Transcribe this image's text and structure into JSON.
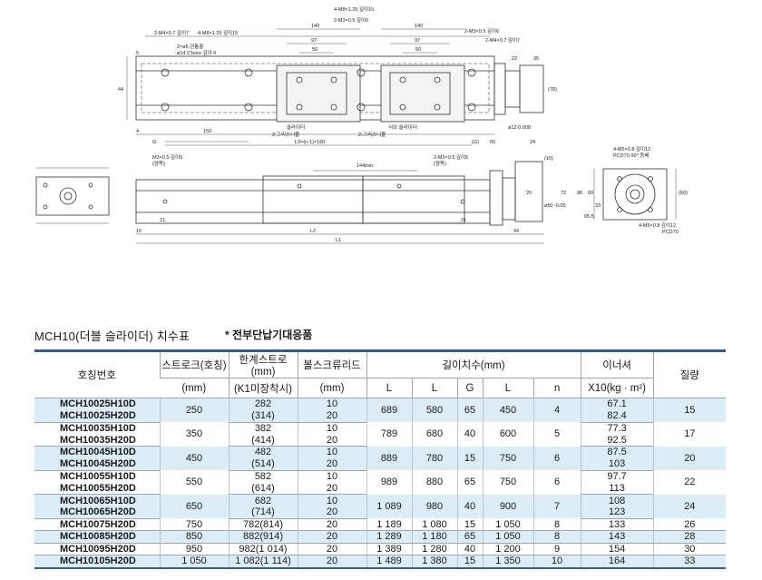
{
  "drawing": {
    "top_view_labels": {
      "holes_a": "2-M4×0.7 깊이7",
      "holes_b": "2×ø5 관통홀",
      "holes_c": "ø14 C'bore 깊이 6",
      "holes_d": "4-M8×1.25 깊이15",
      "holes_e": "4-M8×1.25 깊이15",
      "holes_f": "2-M3×0.5 깊이6",
      "holes_g": "2-M3×0.5 깊이6",
      "holes_h": "2-M4×0.7 깊이7",
      "slider": "슬라이더",
      "grease1": "2-그리스니플",
      "grease2": "2-그리스니플",
      "sub_slider": "서브 슬라이더",
      "dim_140a": "140",
      "dim_140b": "140",
      "dim_97a": "97",
      "dim_97b": "97",
      "dim_50a": "50",
      "dim_50b": "50",
      "dim_150": "150",
      "dim_l3": "L3=(n-1)×150",
      "dim_5": "5",
      "dim_44": "44",
      "dim_4": "4",
      "dim_G": "G",
      "dim_Gp": "(G)",
      "dim_65": "65",
      "dim_22": "22",
      "dim_35": "35",
      "dim_78": "(78)",
      "dim_shaft": "ø12-0.008",
      "dim_24": "24"
    },
    "side_view_labels": {
      "m3a": "M3×0.5 깊이5",
      "m3a_sub": "(양쪽)",
      "m3b": "2-M3×0.5 깊이5",
      "m3b_sub": "(양쪽)",
      "dim_144": "144min",
      "dim_21a": "21",
      "dim_21b": "21",
      "dim_15": "15",
      "dim_94": "94",
      "dim_L2": "L2",
      "dim_L1": "L1",
      "dim_10": "(10)",
      "dim_72": "72",
      "dim_50": "ø50 -0.05",
      "dim_20": "20"
    },
    "end_view_labels": {
      "holes": "4-M5×0.8 깊이12",
      "pcd": "PCD70·90° 등배",
      "holes2": "4-M5×0.8 깊이12",
      "pcd2": "PCD70",
      "dim_60": "60",
      "dim_86": "86",
      "dim_60b": "(60)",
      "dim_33": "33",
      "dim_65": "65.5"
    }
  },
  "title": "MCH10(더블 슬라이더) 치수표",
  "note": "*  전부단납기대응품",
  "table": {
    "header_top": {
      "model": "호칭번호",
      "stroke": "스트로크(호칭)",
      "limit": "한계스트로(mm)",
      "lead": "볼스크류리드",
      "length": "길이치수(mm)",
      "inertia": "이너셔",
      "weight": "질량"
    },
    "header_bottom": {
      "stroke": "(mm)",
      "limit": "(K1미장착시)",
      "lead": "(mm)",
      "L": "L",
      "L2": "L",
      "G": "G",
      "L3": "L",
      "n": "n",
      "inertia": "X10(kg · m²)"
    },
    "rows": [
      {
        "model": "MCH10025H10D",
        "stroke": "250",
        "limit": "282",
        "lead": "10",
        "L": "689",
        "L2": "580",
        "G": "65",
        "L3": "450",
        "n": "4",
        "inertia": "67.1",
        "weight": "15"
      },
      {
        "model": "MCH10025H20D",
        "stroke": "",
        "limit": "(314)",
        "lead": "20",
        "L": "",
        "L2": "",
        "G": "",
        "L3": "",
        "n": "",
        "inertia": "82.4",
        "weight": ""
      },
      {
        "model": "MCH10035H10D",
        "stroke": "350",
        "limit": "382",
        "lead": "10",
        "L": "789",
        "L2": "680",
        "G": "40",
        "L3": "600",
        "n": "5",
        "inertia": "77.3",
        "weight": "17"
      },
      {
        "model": "MCH10035H20D",
        "stroke": "",
        "limit": "(414)",
        "lead": "20",
        "L": "",
        "L2": "",
        "G": "",
        "L3": "",
        "n": "",
        "inertia": "92.5",
        "weight": ""
      },
      {
        "model": "MCH10045H10D",
        "stroke": "450",
        "limit": "482",
        "lead": "10",
        "L": "889",
        "L2": "780",
        "G": "15",
        "L3": "750",
        "n": "6",
        "inertia": "87.5",
        "weight": "20"
      },
      {
        "model": "MCH10045H20D",
        "stroke": "",
        "limit": "(514)",
        "lead": "20",
        "L": "",
        "L2": "",
        "G": "",
        "L3": "",
        "n": "",
        "inertia": "103",
        "weight": ""
      },
      {
        "model": "MCH10055H10D",
        "stroke": "550",
        "limit": "582",
        "lead": "10",
        "L": "989",
        "L2": "880",
        "G": "65",
        "L3": "750",
        "n": "6",
        "inertia": "97.7",
        "weight": "22"
      },
      {
        "model": "MCH10055H20D",
        "stroke": "",
        "limit": "(614)",
        "lead": "20",
        "L": "",
        "L2": "",
        "G": "",
        "L3": "",
        "n": "",
        "inertia": "113",
        "weight": ""
      },
      {
        "model": "MCH10065H10D",
        "stroke": "650",
        "limit": "682",
        "lead": "10",
        "L": "1 089",
        "L2": "980",
        "G": "40",
        "L3": "900",
        "n": "7",
        "inertia": "108",
        "weight": "24"
      },
      {
        "model": "MCH10065H20D",
        "stroke": "",
        "limit": "(714)",
        "lead": "20",
        "L": "",
        "L2": "",
        "G": "",
        "L3": "",
        "n": "",
        "inertia": "123",
        "weight": ""
      },
      {
        "model": "MCH10075H20D",
        "stroke": "750",
        "limit": "782(814)",
        "lead": "20",
        "L": "1 189",
        "L2": "1 080",
        "G": "15",
        "L3": "1 050",
        "n": "8",
        "inertia": "133",
        "weight": "26"
      },
      {
        "model": "MCH10085H20D",
        "stroke": "850",
        "limit": "882(914)",
        "lead": "20",
        "L": "1 289",
        "L2": "1 180",
        "G": "65",
        "L3": "1 050",
        "n": "8",
        "inertia": "143",
        "weight": "28"
      },
      {
        "model": "MCH10095H20D",
        "stroke": "950",
        "limit": "982(1 014)",
        "lead": "20",
        "L": "1 389",
        "L2": "1 280",
        "G": "40",
        "L3": "1 200",
        "n": "9",
        "inertia": "154",
        "weight": "30"
      },
      {
        "model": "MCH10105H20D",
        "stroke": "1 050",
        "limit": "1 082(1 114)",
        "lead": "20",
        "L": "1 489",
        "L2": "1 380",
        "G": "15",
        "L3": "1 350",
        "n": "10",
        "inertia": "164",
        "weight": "33"
      }
    ]
  }
}
